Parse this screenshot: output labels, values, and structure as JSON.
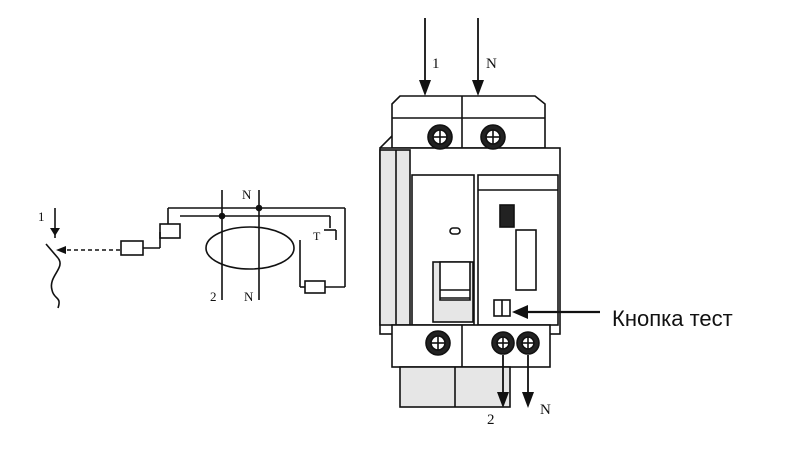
{
  "schematic": {
    "line_top_label": "1",
    "neutral_top_label": "N",
    "line_bottom_label": "2",
    "neutral_bottom_label": "N",
    "test_symbol_label": "T"
  },
  "device": {
    "input_line_label": "1",
    "input_neutral_label": "N",
    "output_line_label": "2",
    "output_neutral_label": "N"
  },
  "callout": {
    "test_button_label": "Кнопка тест"
  },
  "colors": {
    "ink": "#111111",
    "background": "#ffffff",
    "device_shade": "#e6e6e6"
  }
}
